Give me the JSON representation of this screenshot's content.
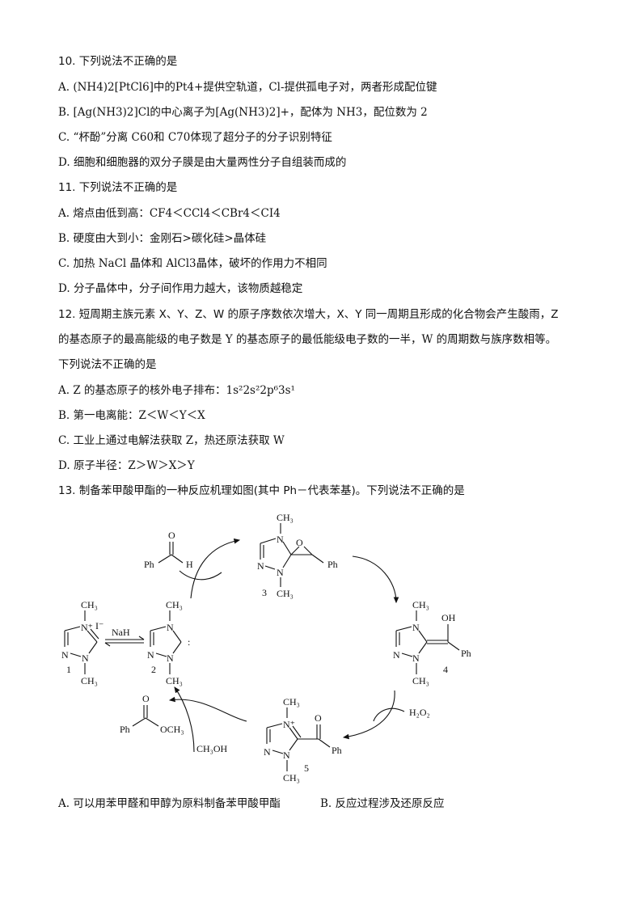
{
  "questions": [
    {
      "number": "10.",
      "stem": "下列说法不正确的是",
      "options": [
        {
          "label": "A.",
          "text": "(NH4)2[PtCl6]中的Pt4+提供空轨道，Cl-提供孤电子对，两者形成配位键"
        },
        {
          "label": "B.",
          "text": "[Ag(NH3)2]Cl的中心离子为[Ag(NH3)2]+，配体为 NH3，配位数为 2"
        },
        {
          "label": "C.",
          "text": "“杯酚”分离 C60和 C70体现了超分子的分子识别特征"
        },
        {
          "label": "D.",
          "text": "细胞和细胞器的双分子膜是由大量两性分子自组装而成的"
        }
      ]
    },
    {
      "number": "11.",
      "stem": "下列说法不正确的是",
      "options": [
        {
          "label": "A.",
          "text": "熔点由低到高：CF4＜CCl4＜CBr4＜CI4"
        },
        {
          "label": "B.",
          "text": "硬度由大到小：金刚石>碳化硅>晶体硅"
        },
        {
          "label": "C.",
          "text": "加热 NaCl 晶体和 AlCl3晶体，破坏的作用力不相同"
        },
        {
          "label": "D.",
          "text": "分子晶体中，分子间作用力越大，该物质越稳定"
        }
      ]
    },
    {
      "number": "12.",
      "stem_lines": [
        "短周期主族元素 X、Y、Z、W 的原子序数依次增大，X、Y 同一周期且形成的化合物会产生酸雨，Z",
        "的基态原子的最高能级的电子数是 Y 的基态原子的最低能级电子数的一半，W 的周期数与族序数相等。",
        "下列说法不正确的是"
      ],
      "options": [
        {
          "label": "A.",
          "text": "Z 的基态原子的核外电子排布：1s²2s²2p⁶3s¹"
        },
        {
          "label": "B.",
          "text": "第一电离能：Z＜W＜Y＜X"
        },
        {
          "label": "C.",
          "text": "工业上通过电解法获取 Z，热还原法获取 W"
        },
        {
          "label": "D.",
          "text": "原子半径：Z＞W＞X＞Y"
        }
      ]
    },
    {
      "number": "13.",
      "stem": "制备苯甲酸甲酯的一种反应机理如图(其中 Ph－代表苯基)。下列说法不正确的是",
      "diagram": {
        "reagents": {
          "benzaldehyde_O": "O",
          "benzaldehyde_Ph": "Ph",
          "benzaldehyde_H": "H",
          "NaH": "NaH",
          "H2O2": "H₂O₂",
          "CH3OH": "CH₃OH",
          "ester_O": "O",
          "ester_Ph": "Ph",
          "ester_OCH3": "OCH₃"
        },
        "compounds": [
          {
            "id": "1",
            "label": "1",
            "counterion": "I⁻"
          },
          {
            "id": "2",
            "label": "2",
            "carbene": ":"
          },
          {
            "id": "3",
            "label": "3",
            "epoxide_O": "O",
            "Ph": "Ph"
          },
          {
            "id": "4",
            "label": "4",
            "OH": "OH",
            "Ph": "Ph"
          },
          {
            "id": "5",
            "label": "5",
            "O": "O",
            "Ph": "Ph"
          }
        ],
        "atoms": {
          "N": "N",
          "CH3": "CH₃",
          "Nplus": "N⁺"
        }
      },
      "options": [
        {
          "label": "A.",
          "text": "可以用苯甲醛和甲醇为原料制备苯甲酸甲酯"
        },
        {
          "label": "B.",
          "text": "反应过程涉及还原反应"
        }
      ]
    }
  ]
}
